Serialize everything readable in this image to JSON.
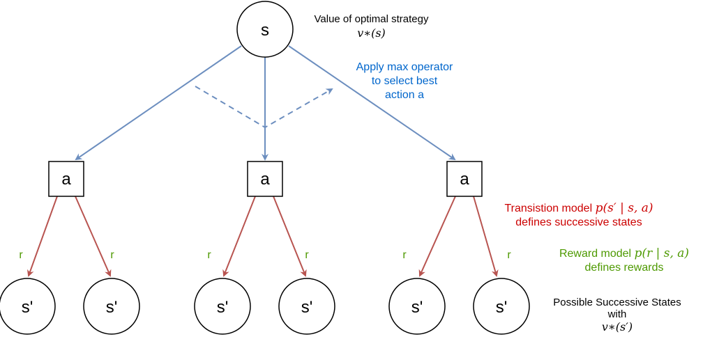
{
  "root_node": {
    "label": "s"
  },
  "action_nodes": [
    {
      "label": "a"
    },
    {
      "label": "a"
    },
    {
      "label": "a"
    }
  ],
  "state_nodes": [
    {
      "label": "s'"
    },
    {
      "label": "s'"
    },
    {
      "label": "s'"
    },
    {
      "label": "s'"
    },
    {
      "label": "s'"
    },
    {
      "label": "s'"
    }
  ],
  "reward_labels": [
    "r",
    "r",
    "r",
    "r",
    "r",
    "r"
  ],
  "annotations": {
    "value_title": "Value of optimal strategy",
    "value_math": "v∗(s)",
    "max_operator_line1": "Apply max operator",
    "max_operator_line2": "to select best",
    "max_operator_line3": "action a",
    "transition_prefix": "Transistion model",
    "transition_math": "p(s′ | s, a)",
    "transition_line2": "defines successive states",
    "reward_prefix": "Reward model",
    "reward_math": "p(r | s, a)",
    "reward_line2": "defines rewards",
    "successive_line1": "Possible Successive States",
    "successive_line2": "with",
    "successive_math": "v∗(s′)"
  },
  "colors": {
    "policy_arrows": "#6c8ebf",
    "transition_arrows": "#b85450",
    "blue_text": "#0066cc",
    "red_text": "#cc0000",
    "green_text": "#4d9900"
  }
}
